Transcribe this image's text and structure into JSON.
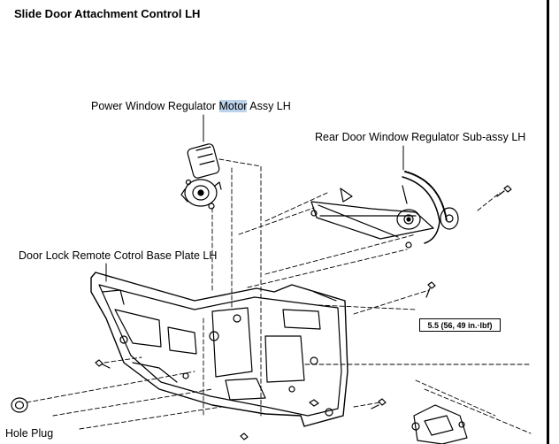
{
  "title": "Slide Door Attachment Control LH",
  "labels": {
    "motor_pre": "Power Window Regulator ",
    "motor_hl": "Motor",
    "motor_post": " Assy LH",
    "regulator": "Rear Door Window Regulator Sub-assy LH",
    "base_plate": "Door Lock Remote Cotrol Base Plate LH",
    "hole_plug": "Hole Plug"
  },
  "torque_spec": "5.5 (56, 49 in.·lbf)"
}
